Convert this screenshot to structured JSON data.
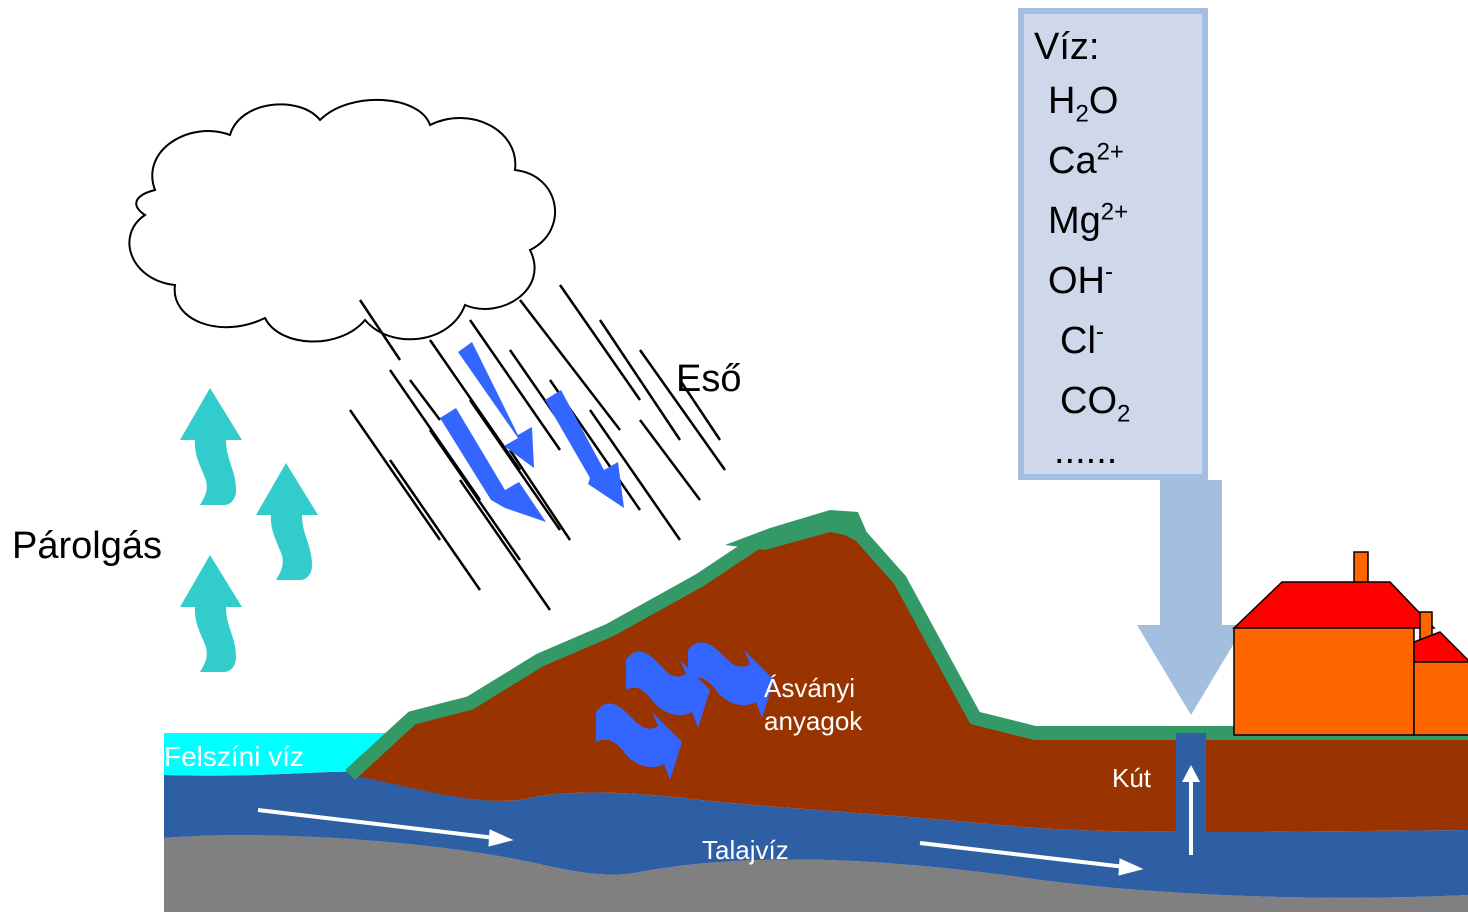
{
  "labels": {
    "eso": "Eső",
    "parolgas": "Párolgás",
    "asvanyi_line1": "Ásványi",
    "asvanyi_line2": "anyagok",
    "felszini": "Felszíni víz",
    "talajviz": "Talajvíz",
    "kut": "Kút"
  },
  "water_box": {
    "title": "Víz:",
    "items": [
      {
        "base": "H",
        "sub": "2",
        "rest": "O"
      },
      {
        "base": "Ca",
        "sup": "2+"
      },
      {
        "base": "Mg",
        "sup": "2+"
      },
      {
        "base": "OH",
        "sup": "-"
      },
      {
        "base": "Cl",
        "sup": "-"
      },
      {
        "base": "CO",
        "sub": "2"
      }
    ],
    "ellipsis": "......"
  },
  "colors": {
    "soil": "#993300",
    "grass": "#339966",
    "groundwater": "#2e5fa4",
    "bedrock": "#808080",
    "surface_water": "#00ffff",
    "evaporation_arrow": "#33cccc",
    "flow_arrow": "#3366ff",
    "house_wall": "#ff6600",
    "house_roof": "#ff0000",
    "box_fill": "#cfd8ea",
    "box_border": "#a4bedf"
  }
}
